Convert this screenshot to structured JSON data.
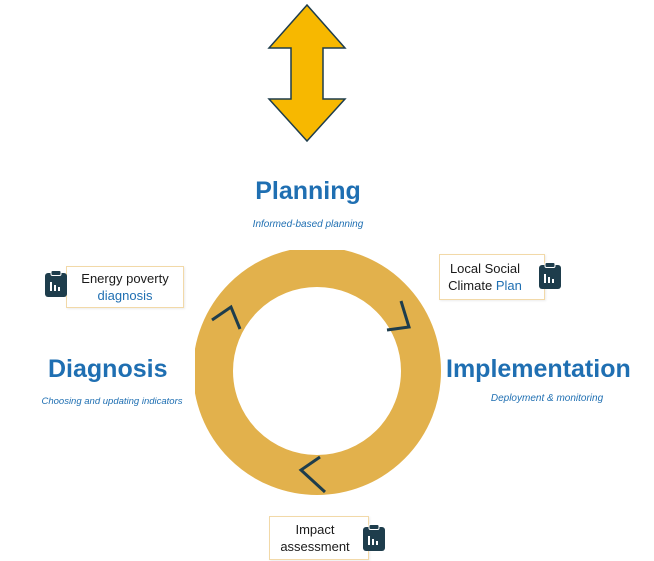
{
  "colors": {
    "arrow_fill": "#f7b800",
    "arrow_stroke": "#1e3d4c",
    "ring": "#e2b14c",
    "chevron": "#1e3d4c",
    "title_blue": "#1f6fb2",
    "icon_dark": "#1e3d4c"
  },
  "stages": {
    "planning": {
      "title": "Planning",
      "subtitle": "Informed-based planning"
    },
    "implementation": {
      "title": "Implementation",
      "subtitle": "Deployment & monitoring"
    },
    "diagnosis": {
      "title": "Diagnosis",
      "subtitle": "Choosing and updating indicators"
    }
  },
  "notes": {
    "energy_poverty": {
      "line1": "Energy poverty",
      "line2": "diagnosis",
      "icon": "clipboard-chart-icon"
    },
    "local_plan": {
      "line1": "Local Social",
      "line2a": "Climate ",
      "line2b": "Plan",
      "icon": "clipboard-chart-icon"
    },
    "impact": {
      "line1": "Impact",
      "line2": "assessment",
      "icon": "clipboard-chart-icon"
    }
  }
}
